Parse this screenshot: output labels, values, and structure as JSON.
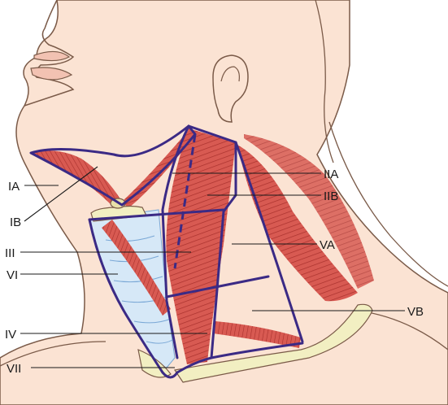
{
  "labels": {
    "IA": "IA",
    "IB": "IB",
    "IIA": "IIA",
    "IIB": "IIB",
    "III": "III",
    "VI": "VI",
    "VA": "VA",
    "IV": "IV",
    "VB": "VB",
    "VII": "VII"
  },
  "colors": {
    "skin": "#fbe3d3",
    "skin_outline": "#7a5a48",
    "muscle": "#d4504a",
    "muscle_dark": "#a32a2a",
    "boundary": "#3b2a85",
    "cartilage": "#f2efc2",
    "thyroid_region": "#d6e8f7"
  }
}
